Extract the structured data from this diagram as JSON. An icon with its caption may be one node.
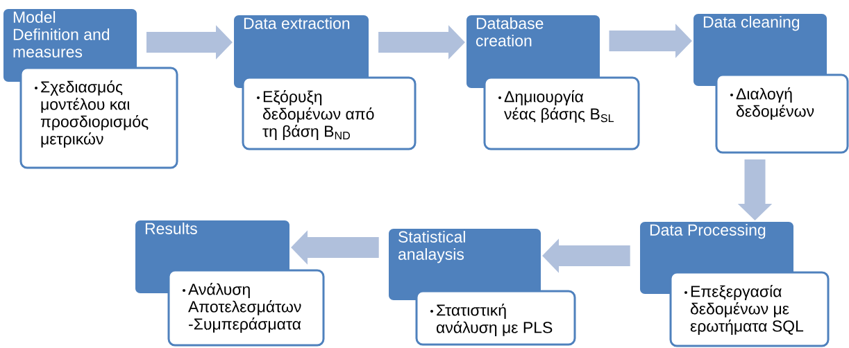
{
  "diagram": {
    "nodes": [
      {
        "text": [
          "Model Definition and measures"
        ]
      },
      {
        "text": [
          "Σχεδιασμός μοντέλου και προσδιορισμός μετρικών"
        ]
      },
      {
        "text": [
          "Data extraction"
        ]
      },
      {
        "text": [
          "Εξόρυξη δεδομένων από τη βάση B$_{ND}$"
        ]
      },
      {
        "text": [
          "Database creation"
        ]
      },
      {
        "text": [
          "Δημιουργία νέας βάσης B$_{SL}$"
        ]
      },
      {
        "text": [
          "Data cleaning"
        ]
      },
      {
        "text": [
          "Διαλογή δεδομένων"
        ]
      },
      {
        "text": [
          "Data Processing"
        ]
      },
      {
        "text": [
          "Επεξεργασία δεδομένων με ερωτήματα SQL"
        ]
      },
      {
        "text": [
          "Statistical analaysis"
        ]
      },
      {
        "text": [
          "Στατιστική ανάλυση με PLS"
        ]
      },
      {
        "text": [
          "Results"
        ]
      },
      {
        "text": [
          "Ανάλυση Αποτελεσμάτων -Συμπεράσματα"
        ]
      }
    ],
    "edges": [
      {
        "from": 0,
        "to": 2,
        "arrow": "to"
      },
      {
        "from": 2,
        "to": 4,
        "arrow": "to"
      },
      {
        "from": 4,
        "to": 6,
        "arrow": "to"
      },
      {
        "from": 7,
        "to": 8,
        "arrow": "to"
      },
      {
        "from": 8,
        "to": 10,
        "arrow": "to"
      },
      {
        "from": 10,
        "to": 12,
        "arrow": "to"
      }
    ]
  }
}
